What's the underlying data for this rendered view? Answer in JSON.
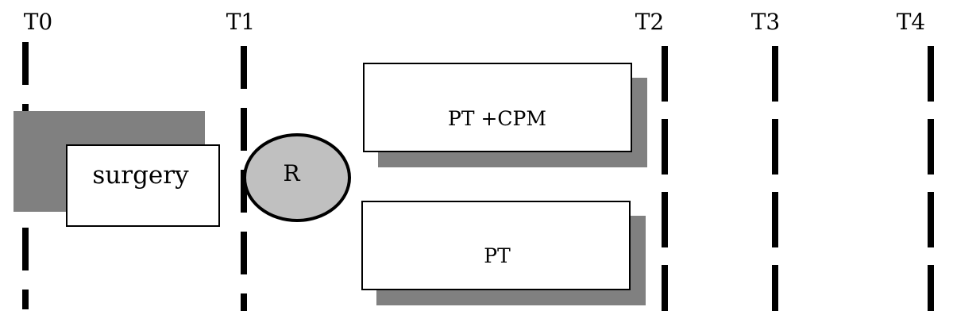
{
  "timepoints": [
    {
      "id": "t0",
      "label": "T0"
    },
    {
      "id": "t1",
      "label": "T1"
    },
    {
      "id": "t2",
      "label": "T2"
    },
    {
      "id": "t3",
      "label": "T3"
    },
    {
      "id": "t4",
      "label": "T4"
    }
  ],
  "boxes": {
    "surgery": "surgery",
    "randomization": "R",
    "pt_cpm": "PT +CPM",
    "pt": "PT"
  },
  "colors": {
    "line": "#000000",
    "shadow": "#808080",
    "circle_fill": "#c0c0c0",
    "box_fill": "#ffffff"
  }
}
